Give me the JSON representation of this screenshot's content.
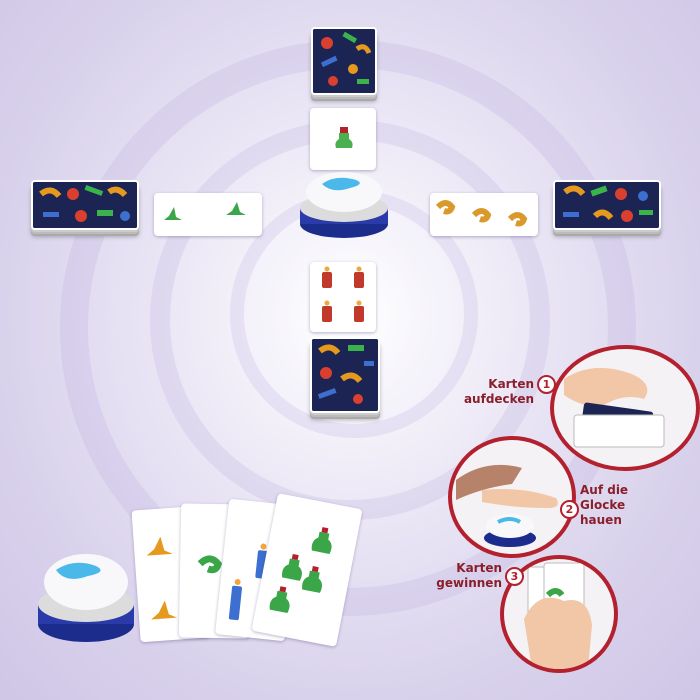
{
  "background": {
    "base": "#ddd6ee",
    "accent": "#b3202e"
  },
  "table_layout": {
    "top_pile": {
      "icon": "card-back-pattern"
    },
    "top_card": {
      "symbol": "potion-icon",
      "count": 1,
      "color": "#4caf50"
    },
    "left_pile": {
      "icon": "card-back-pattern"
    },
    "left_card": {
      "symbol": "witch-hat-icon",
      "count": 2,
      "color": "#3aa648"
    },
    "right_pile": {
      "icon": "card-back-pattern"
    },
    "right_card": {
      "symbol": "salamander-icon",
      "count": 3,
      "color": "#d99a2b"
    },
    "bottom_pile": {
      "icon": "card-back-pattern"
    },
    "bottom_card": {
      "symbol": "candle-icon",
      "count": 4,
      "color": "#c0392b"
    },
    "bell": {
      "icon": "hand-bell-icon"
    }
  },
  "hand_fan": {
    "cards": [
      {
        "symbol": "witch-hat-icon",
        "color": "#e59a1f"
      },
      {
        "symbol": "salamander-icon",
        "color": "#3aa648"
      },
      {
        "symbol": "candle-icon",
        "color": "#3d6fd1"
      },
      {
        "symbol": "potion-icon",
        "color": "#3aa648"
      }
    ]
  },
  "steps": [
    {
      "number": "1",
      "label": "Karten aufdecken"
    },
    {
      "number": "2",
      "label": "Auf die Glocke hauen"
    },
    {
      "number": "3",
      "label": "Karten gewinnen"
    }
  ]
}
